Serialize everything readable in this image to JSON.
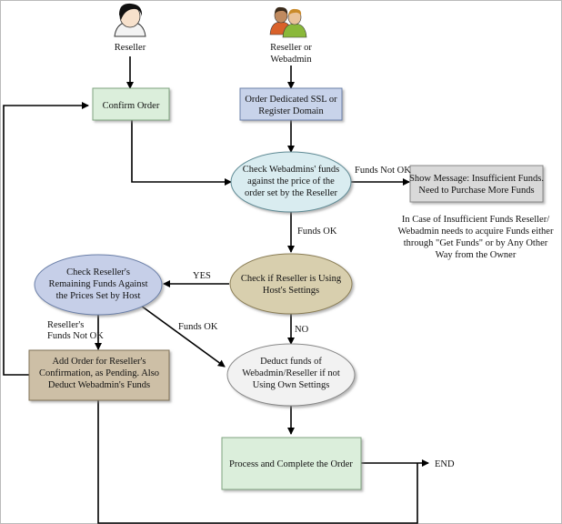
{
  "actors": {
    "reseller": {
      "label": "Reseller"
    },
    "reseller_or_webadmin": {
      "line1": "Reseller or",
      "line2": "Webadmin"
    }
  },
  "nodes": {
    "confirm_order": {
      "line1": "Confirm Order"
    },
    "order_dedicated": {
      "line1": "Order Dedicated SSL or",
      "line2": "Register Domain"
    },
    "check_webadmin_funds": {
      "line1": "Check Webadmins' funds",
      "line2": "against the price of the",
      "line3": "order set by the Reseller"
    },
    "show_message": {
      "line1": "Show Message: Insufficient Funds.",
      "line2": "Need to Purchase More Funds"
    },
    "check_host_settings": {
      "line1": "Check if Reseller is Using",
      "line2": "Host's Settings"
    },
    "check_reseller_funds": {
      "line1": "Check Reseller's",
      "line2": "Remaining Funds Against",
      "line3": "the Prices Set by Host"
    },
    "add_order_pending": {
      "line1": "Add Order for Reseller's",
      "line2": "Confirmation, as Pending. Also",
      "line3": "Deduct Webadmin's Funds"
    },
    "deduct_funds": {
      "line1": "Deduct funds of",
      "line2": "Webadmin/Reseller if not",
      "line3": "Using Own Settings"
    },
    "process_complete": {
      "line1": "Process and Complete the Order"
    }
  },
  "note": {
    "line1": "In Case of Insufficient Funds Reseller/",
    "line2": "Webadmin needs to acquire Funds either",
    "line3": "through \"Get Funds\" or by Any Other",
    "line4": "Way from the Owner"
  },
  "edge_labels": {
    "funds_not_ok": "Funds Not OK",
    "funds_ok": "Funds OK",
    "yes": "YES",
    "no": "NO",
    "funds_ok_2": "Funds OK",
    "reseller_funds_not_ok_1": "Reseller's",
    "reseller_funds_not_ok_2": "Funds Not OK",
    "end": "END"
  },
  "colors": {
    "green_box": "#dbeedb",
    "blue_box": "#c8d3ea",
    "cyan_ellipse": "#d9ecf0",
    "gray_box": "#d9d9d9",
    "tan_ellipse": "#d8cfae",
    "lavender_ellipse": "#c6cfe8",
    "tan_box": "#cdbfa6",
    "white_ellipse": "#f2f2f2"
  }
}
